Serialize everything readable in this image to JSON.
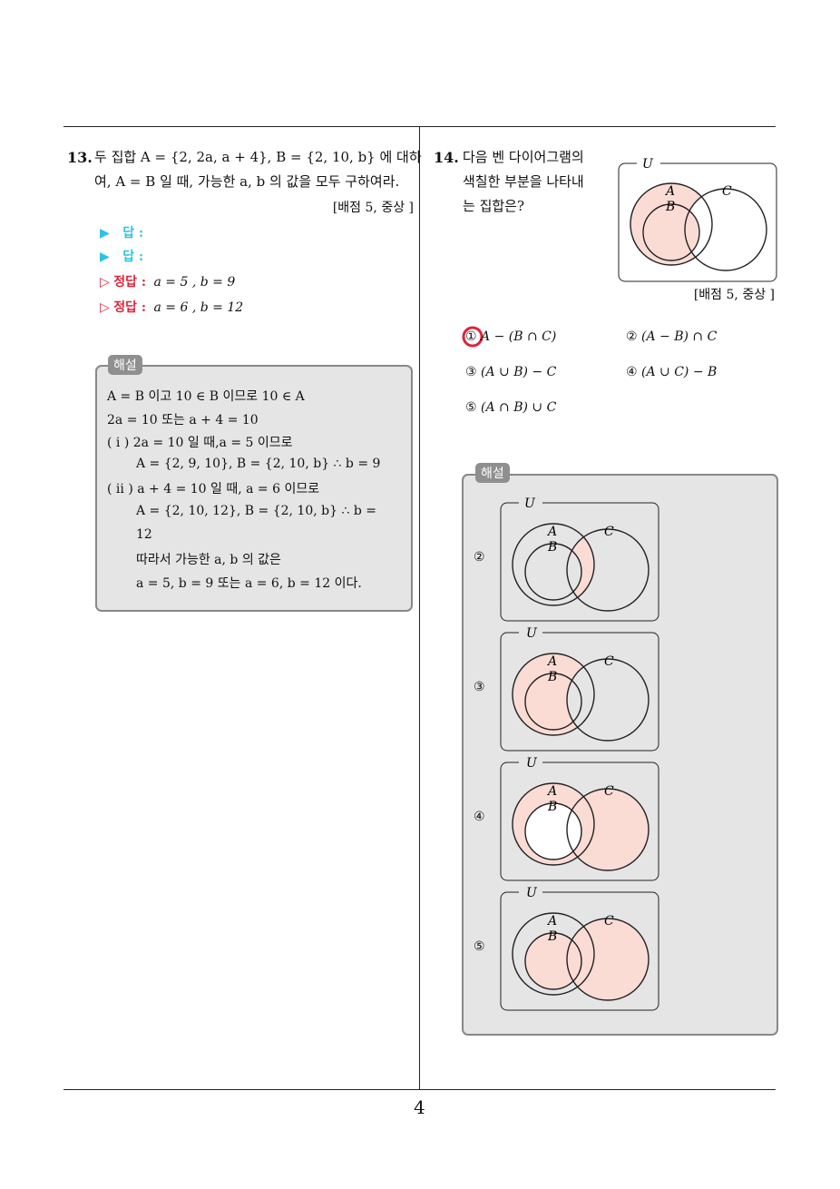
{
  "page_number": "4",
  "q13": {
    "number": "13.",
    "line1": "두 집합 A = {2, 2a, a + 4}, B = {2, 10, b} 에 대하",
    "line2": "여, A = B 일 때, 가능한 a, b 의 값을 모두 구하여라.",
    "points": "[배점 5, 중상 ]",
    "answer_label": "답 :",
    "correct_label": "정답 :",
    "correct1": "a = 5 , b = 9",
    "correct2": "a = 6 , b = 12",
    "solution_tag": "해설",
    "solution_lines": [
      "A = B 이고 10 ∈ B 이므로 10 ∈ A",
      "2a = 10 또는 a + 4 = 10",
      "( i ) 2a = 10 일 때,a = 5 이므로",
      "A = {2, 9, 10}, B = {2, 10, b}   ∴ b = 9",
      "( ii ) a + 4 = 10 일 때, a = 6 이므로",
      "A = {2, 10, 12}, B = {2, 10, b}   ∴ b =",
      "12",
      "따라서 가능한 a, b 의 값은",
      "a = 5, b = 9 또는 a = 6, b = 12 이다."
    ]
  },
  "q14": {
    "number": "14.",
    "line1": "다음 벤 다이어그램의",
    "line2": "색칠한 부분을 나타내",
    "line3": "는 집합은?",
    "points": "[배점 5, 중상 ]",
    "venn_labels": {
      "U": "U",
      "A": "A",
      "B": "B",
      "C": "C"
    },
    "choices": [
      {
        "mark": "①",
        "text": "A − (B ∩ C)"
      },
      {
        "mark": "②",
        "text": "(A − B) ∩ C"
      },
      {
        "mark": "③",
        "text": "(A ∪ B) − C"
      },
      {
        "mark": "④",
        "text": "(A ∪ C) − B"
      },
      {
        "mark": "⑤",
        "text": "(A ∩ B) ∪ C"
      }
    ],
    "solution_tag": "해설",
    "solution_marks": [
      "②",
      "③",
      "④",
      "⑤"
    ]
  },
  "colors": {
    "shade": "#fadcd5",
    "answer_circle": "#e0223a",
    "answer_arrow": "#2bc3e6",
    "correct_red": "#e0223a",
    "box_fill": "#e5e5e5"
  }
}
